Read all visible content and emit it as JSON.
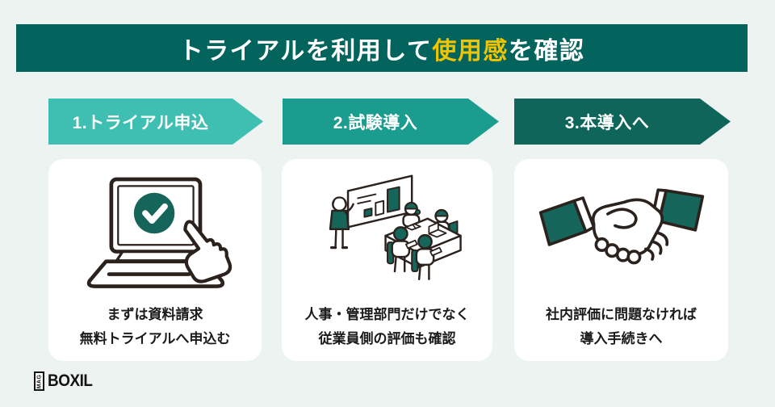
{
  "page": {
    "background": "#ecf3f1"
  },
  "banner": {
    "title_pre": "トライアルを利用して",
    "title_highlight": "使用感",
    "title_post": "を確認",
    "bg_color": "#03645e",
    "highlight_color": "#f0c400"
  },
  "steps": [
    {
      "label": "1.トライアル申込",
      "arrow_color": "#3fbfb1",
      "icon": "laptop-check-icon",
      "caption_lines": [
        "まずは資料請求",
        "無料トライアルへ申込む"
      ]
    },
    {
      "label": "2.試験導入",
      "arrow_color": "#1a9c8e",
      "icon": "meeting-icon",
      "caption_lines": [
        "人事・管理部門だけでなく",
        "従業員側の評価も確認"
      ]
    },
    {
      "label": "3.本導入へ",
      "arrow_color": "#10655b",
      "icon": "handshake-icon",
      "caption_lines": [
        "社内評価に問題なければ",
        "導入手続きへ"
      ]
    }
  ],
  "footer": {
    "logo_badge": "MAG",
    "logo_text": "BOXIL"
  },
  "colors": {
    "illustration_teal": "#16655a",
    "line_art": "#2b221d",
    "card_bg": "#ffffff"
  }
}
